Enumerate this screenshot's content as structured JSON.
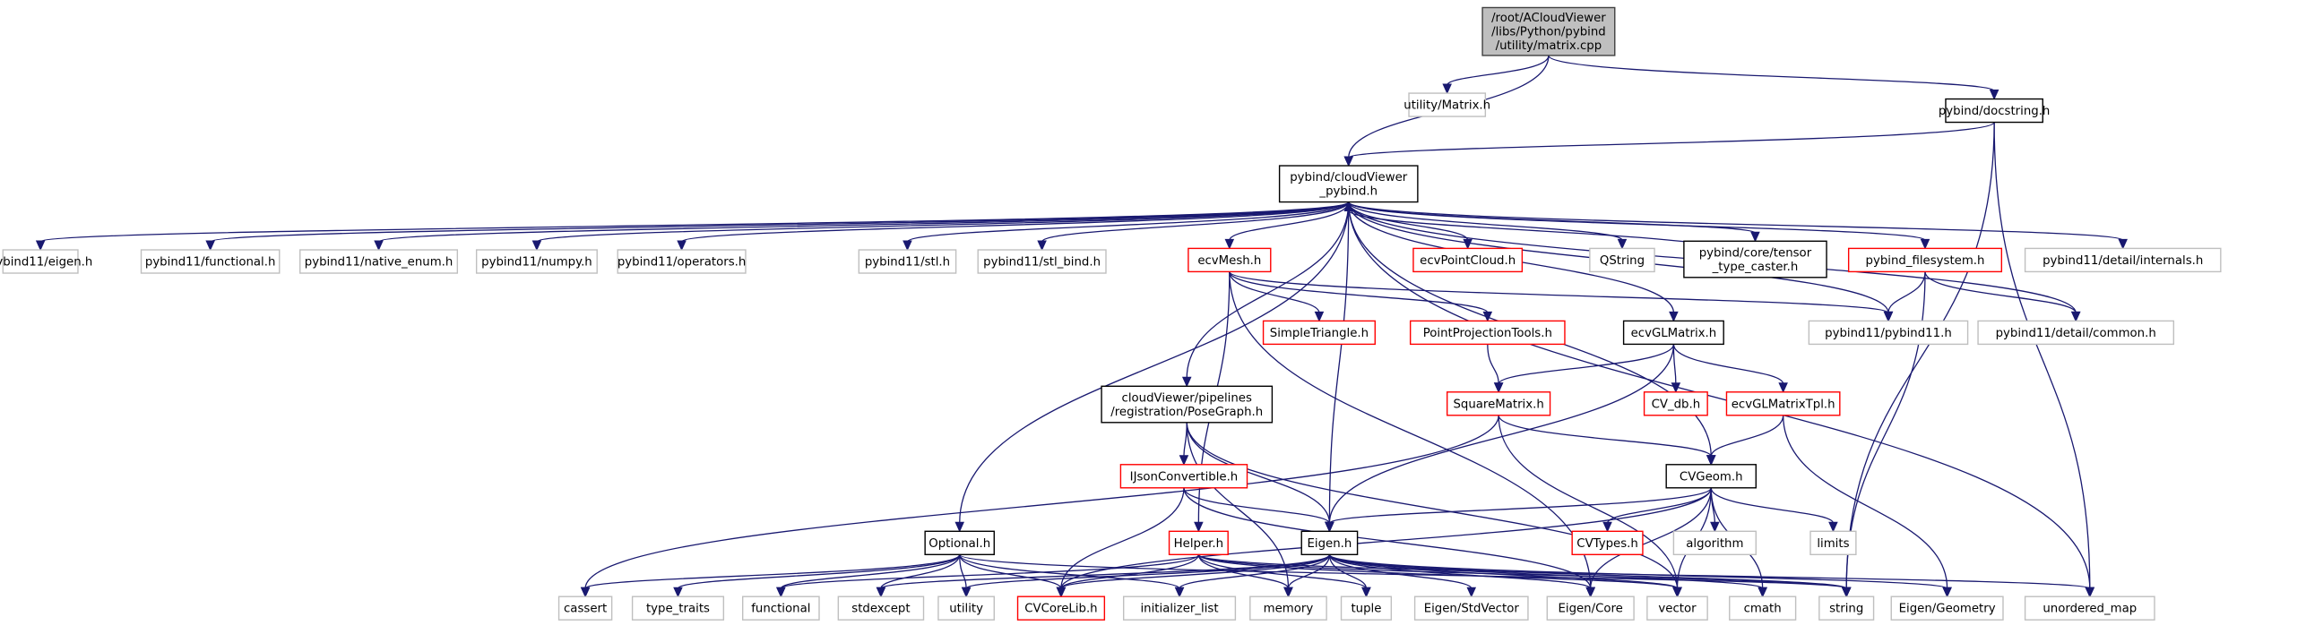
{
  "title": "Include dependency graph for matrix.cpp",
  "colors": {
    "root_fill": "#bfbfbf",
    "root_stroke": "#404040",
    "documented_stroke": "#000000",
    "incomplete_stroke": "#ff0000",
    "external_stroke": "#bfbfbf",
    "edge": "#191970"
  },
  "nodes": [
    {
      "id": "root",
      "lines": [
        "/root/ACloudViewer",
        "/libs/Python/pybind",
        "/utility/matrix.cpp"
      ],
      "kind": "root"
    },
    {
      "id": "utility_matrix",
      "lines": [
        "utility/Matrix.h"
      ],
      "kind": "external"
    },
    {
      "id": "cv_pybind",
      "lines": [
        "pybind/cloudViewer",
        "_pybind.h"
      ],
      "kind": "documented"
    },
    {
      "id": "docstring",
      "lines": [
        "pybind/docstring.h"
      ],
      "kind": "documented"
    },
    {
      "id": "p11_eigen",
      "lines": [
        "pybind11/eigen.h"
      ],
      "kind": "external"
    },
    {
      "id": "p11_functional",
      "lines": [
        "pybind11/functional.h"
      ],
      "kind": "external"
    },
    {
      "id": "p11_native_enum",
      "lines": [
        "pybind11/native_enum.h"
      ],
      "kind": "external"
    },
    {
      "id": "p11_numpy",
      "lines": [
        "pybind11/numpy.h"
      ],
      "kind": "external"
    },
    {
      "id": "p11_operators",
      "lines": [
        "pybind11/operators.h"
      ],
      "kind": "external"
    },
    {
      "id": "p11_stl",
      "lines": [
        "pybind11/stl.h"
      ],
      "kind": "external"
    },
    {
      "id": "p11_stl_bind",
      "lines": [
        "pybind11/stl_bind.h"
      ],
      "kind": "external"
    },
    {
      "id": "ecvMesh",
      "lines": [
        "ecvMesh.h"
      ],
      "kind": "incomplete"
    },
    {
      "id": "ecvPointCloud",
      "lines": [
        "ecvPointCloud.h"
      ],
      "kind": "incomplete"
    },
    {
      "id": "QString",
      "lines": [
        "QString"
      ],
      "kind": "external"
    },
    {
      "id": "tensor_caster",
      "lines": [
        "pybind/core/tensor",
        "_type_caster.h"
      ],
      "kind": "documented"
    },
    {
      "id": "pybind_fs",
      "lines": [
        "pybind_filesystem.h"
      ],
      "kind": "incomplete"
    },
    {
      "id": "p11_internals",
      "lines": [
        "pybind11/detail/internals.h"
      ],
      "kind": "external"
    },
    {
      "id": "SimpleTriangle",
      "lines": [
        "SimpleTriangle.h"
      ],
      "kind": "incomplete"
    },
    {
      "id": "PointProjectionTools",
      "lines": [
        "PointProjectionTools.h"
      ],
      "kind": "incomplete"
    },
    {
      "id": "ecvGLMatrix",
      "lines": [
        "ecvGLMatrix.h"
      ],
      "kind": "documented"
    },
    {
      "id": "p11_pybind11",
      "lines": [
        "pybind11/pybind11.h"
      ],
      "kind": "external"
    },
    {
      "id": "p11_common",
      "lines": [
        "pybind11/detail/common.h"
      ],
      "kind": "external"
    },
    {
      "id": "PoseGraph",
      "lines": [
        "cloudViewer/pipelines",
        "/registration/PoseGraph.h"
      ],
      "kind": "documented"
    },
    {
      "id": "SquareMatrix",
      "lines": [
        "SquareMatrix.h"
      ],
      "kind": "incomplete"
    },
    {
      "id": "CV_db",
      "lines": [
        "CV_db.h"
      ],
      "kind": "incomplete"
    },
    {
      "id": "ecvGLMatrixTpl",
      "lines": [
        "ecvGLMatrixTpl.h"
      ],
      "kind": "incomplete"
    },
    {
      "id": "IJsonConvertible",
      "lines": [
        "IJsonConvertible.h"
      ],
      "kind": "incomplete"
    },
    {
      "id": "CVGeom",
      "lines": [
        "CVGeom.h"
      ],
      "kind": "documented"
    },
    {
      "id": "Optional",
      "lines": [
        "Optional.h"
      ],
      "kind": "documented"
    },
    {
      "id": "Helper",
      "lines": [
        "Helper.h"
      ],
      "kind": "incomplete"
    },
    {
      "id": "EigenH",
      "lines": [
        "Eigen.h"
      ],
      "kind": "documented"
    },
    {
      "id": "CVTypes",
      "lines": [
        "CVTypes.h"
      ],
      "kind": "incomplete"
    },
    {
      "id": "algorithm",
      "lines": [
        "algorithm"
      ],
      "kind": "external"
    },
    {
      "id": "limits",
      "lines": [
        "limits"
      ],
      "kind": "external"
    },
    {
      "id": "cassert",
      "lines": [
        "cassert"
      ],
      "kind": "external"
    },
    {
      "id": "type_traits",
      "lines": [
        "type_traits"
      ],
      "kind": "external"
    },
    {
      "id": "functional",
      "lines": [
        "functional"
      ],
      "kind": "external"
    },
    {
      "id": "stdexcept",
      "lines": [
        "stdexcept"
      ],
      "kind": "external"
    },
    {
      "id": "utility",
      "lines": [
        "utility"
      ],
      "kind": "external"
    },
    {
      "id": "CVCoreLib",
      "lines": [
        "CVCoreLib.h"
      ],
      "kind": "incomplete"
    },
    {
      "id": "initializer_list",
      "lines": [
        "initializer_list"
      ],
      "kind": "external"
    },
    {
      "id": "memory",
      "lines": [
        "memory"
      ],
      "kind": "external"
    },
    {
      "id": "tuple",
      "lines": [
        "tuple"
      ],
      "kind": "external"
    },
    {
      "id": "Eigen_StdVector",
      "lines": [
        "Eigen/StdVector"
      ],
      "kind": "external"
    },
    {
      "id": "Eigen_Core",
      "lines": [
        "Eigen/Core"
      ],
      "kind": "external"
    },
    {
      "id": "vector",
      "lines": [
        "vector"
      ],
      "kind": "external"
    },
    {
      "id": "cmath",
      "lines": [
        "cmath"
      ],
      "kind": "external"
    },
    {
      "id": "string",
      "lines": [
        "string"
      ],
      "kind": "external"
    },
    {
      "id": "Eigen_Geometry",
      "lines": [
        "Eigen/Geometry"
      ],
      "kind": "external"
    },
    {
      "id": "unordered_map",
      "lines": [
        "unordered_map"
      ],
      "kind": "external"
    }
  ],
  "edges": [
    [
      "root",
      "utility_matrix"
    ],
    [
      "root",
      "cv_pybind"
    ],
    [
      "root",
      "docstring"
    ],
    [
      "docstring",
      "cv_pybind"
    ],
    [
      "docstring",
      "string"
    ],
    [
      "docstring",
      "unordered_map"
    ],
    [
      "cv_pybind",
      "p11_eigen"
    ],
    [
      "cv_pybind",
      "p11_functional"
    ],
    [
      "cv_pybind",
      "p11_native_enum"
    ],
    [
      "cv_pybind",
      "p11_numpy"
    ],
    [
      "cv_pybind",
      "p11_operators"
    ],
    [
      "cv_pybind",
      "p11_stl"
    ],
    [
      "cv_pybind",
      "p11_stl_bind"
    ],
    [
      "cv_pybind",
      "ecvMesh"
    ],
    [
      "cv_pybind",
      "ecvPointCloud"
    ],
    [
      "cv_pybind",
      "QString"
    ],
    [
      "cv_pybind",
      "tensor_caster"
    ],
    [
      "cv_pybind",
      "pybind_fs"
    ],
    [
      "cv_pybind",
      "p11_internals"
    ],
    [
      "cv_pybind",
      "p11_common"
    ],
    [
      "cv_pybind",
      "ecvGLMatrix"
    ],
    [
      "cv_pybind",
      "p11_pybind11"
    ],
    [
      "cv_pybind",
      "PoseGraph"
    ],
    [
      "cv_pybind",
      "Optional"
    ],
    [
      "cv_pybind",
      "EigenH"
    ],
    [
      "cv_pybind",
      "CVGeom"
    ],
    [
      "cv_pybind",
      "unordered_map"
    ],
    [
      "tensor_caster",
      "cv_pybind"
    ],
    [
      "pybind_fs",
      "p11_pybind11"
    ],
    [
      "pybind_fs",
      "p11_common"
    ],
    [
      "pybind_fs",
      "string"
    ],
    [
      "ecvMesh",
      "SimpleTriangle"
    ],
    [
      "ecvMesh",
      "PointProjectionTools"
    ],
    [
      "ecvMesh",
      "Helper"
    ],
    [
      "ecvMesh",
      "Eigen_Core"
    ],
    [
      "ecvMesh",
      "p11_pybind11"
    ],
    [
      "PointProjectionTools",
      "SquareMatrix"
    ],
    [
      "ecvGLMatrix",
      "SquareMatrix"
    ],
    [
      "ecvGLMatrix",
      "CV_db"
    ],
    [
      "ecvGLMatrix",
      "ecvGLMatrixTpl"
    ],
    [
      "ecvGLMatrix",
      "EigenH"
    ],
    [
      "ecvGLMatrixTpl",
      "CVGeom"
    ],
    [
      "ecvGLMatrixTpl",
      "Eigen_Geometry"
    ],
    [
      "SquareMatrix",
      "CVGeom"
    ],
    [
      "SquareMatrix",
      "cassert"
    ],
    [
      "SquareMatrix",
      "vector"
    ],
    [
      "PoseGraph",
      "IJsonConvertible"
    ],
    [
      "PoseGraph",
      "EigenH"
    ],
    [
      "PoseGraph",
      "memory"
    ],
    [
      "PoseGraph",
      "vector"
    ],
    [
      "IJsonConvertible",
      "EigenH"
    ],
    [
      "IJsonConvertible",
      "CVCoreLib"
    ],
    [
      "IJsonConvertible",
      "Eigen_Core"
    ],
    [
      "CVGeom",
      "CVTypes"
    ],
    [
      "CVGeom",
      "algorithm"
    ],
    [
      "CVGeom",
      "limits"
    ],
    [
      "CVGeom",
      "EigenH"
    ],
    [
      "CVGeom",
      "CVCoreLib"
    ],
    [
      "CVGeom",
      "vector"
    ],
    [
      "CVGeom",
      "cmath"
    ],
    [
      "CVGeom",
      "Eigen_Core"
    ],
    [
      "Optional",
      "cassert"
    ],
    [
      "Optional",
      "type_traits"
    ],
    [
      "Optional",
      "functional"
    ],
    [
      "Optional",
      "stdexcept"
    ],
    [
      "Optional",
      "utility"
    ],
    [
      "Optional",
      "CVCoreLib"
    ],
    [
      "Optional",
      "initializer_list"
    ],
    [
      "Optional",
      "string"
    ],
    [
      "Helper",
      "CVCoreLib"
    ],
    [
      "Helper",
      "functional"
    ],
    [
      "Helper",
      "memory"
    ],
    [
      "Helper",
      "tuple"
    ],
    [
      "Helper",
      "string"
    ],
    [
      "Helper",
      "unordered_map"
    ],
    [
      "Helper",
      "vector"
    ],
    [
      "EigenH",
      "Eigen_StdVector"
    ],
    [
      "EigenH",
      "Eigen_Core"
    ],
    [
      "EigenH",
      "vector"
    ],
    [
      "EigenH",
      "memory"
    ],
    [
      "EigenH",
      "tuple"
    ],
    [
      "EigenH",
      "initializer_list"
    ],
    [
      "EigenH",
      "utility"
    ],
    [
      "EigenH",
      "stdexcept"
    ],
    [
      "EigenH",
      "CVCoreLib"
    ],
    [
      "EigenH",
      "cmath"
    ],
    [
      "EigenH",
      "string"
    ],
    [
      "EigenH",
      "Eigen_Geometry"
    ]
  ]
}
